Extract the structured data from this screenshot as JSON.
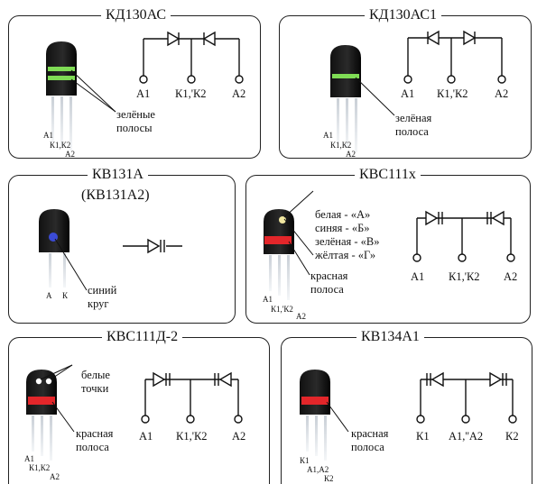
{
  "panels": {
    "kd130as": {
      "title": "КД130АС",
      "callout": [
        "зелёные",
        "полосы"
      ],
      "legs": [
        "А1",
        "К1,К2",
        "А2"
      ],
      "pins": [
        "А1",
        "К1,'К2",
        "А2"
      ]
    },
    "kd130as1": {
      "title": "КД130АС1",
      "callout": [
        "зелёная",
        "полоса"
      ],
      "legs": [
        "А1",
        "К1,К2",
        "А2"
      ],
      "pins": [
        "А1",
        "К1,'К2",
        "А2"
      ]
    },
    "kv131a": {
      "title": [
        "КВ131А",
        "(КВ131А2)"
      ],
      "callout": [
        "синий",
        "круг"
      ],
      "legs": [
        "А",
        "К"
      ]
    },
    "kvs111x": {
      "title": "КВС111х",
      "codes": [
        "белая  - «А»",
        "синяя  - «Б»",
        "зелёная  - «В»",
        "жёлтая  - «Г»"
      ],
      "callout": [
        "красная",
        "полоса"
      ],
      "legs": [
        "А1",
        "К1,'К2",
        "А2"
      ],
      "pins": [
        "А1",
        "К1,'К2",
        "А2"
      ]
    },
    "kvs111d2": {
      "title": "КВС111Д-2",
      "callout_top": [
        "белые",
        "точки"
      ],
      "callout": [
        "красная",
        "полоса"
      ],
      "legs": [
        "А1",
        "К1,К2",
        "А2"
      ],
      "pins": [
        "А1",
        "К1,'К2",
        "А2"
      ]
    },
    "kv134a1": {
      "title": "КВ134А1",
      "callout": [
        "красная",
        "полоса"
      ],
      "legs": [
        "К1",
        "А1,А2",
        "К2"
      ],
      "pins": [
        "К1",
        "А1,''А2",
        "К2"
      ]
    }
  }
}
